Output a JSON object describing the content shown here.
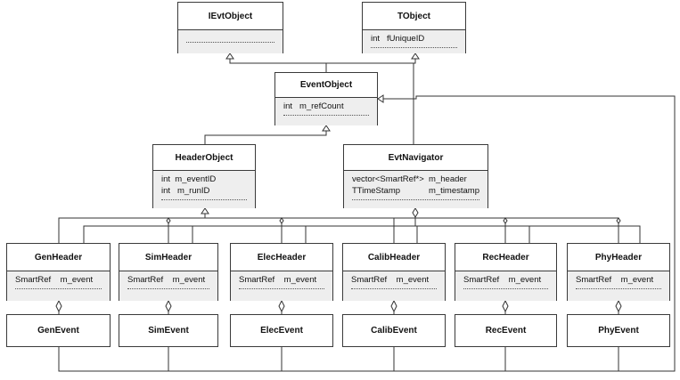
{
  "classes": {
    "ievtobject": {
      "name": "IEvtObject",
      "attrs": []
    },
    "tobject": {
      "name": "TObject",
      "attrs": [
        "int   fUniqueID"
      ]
    },
    "eventobject": {
      "name": "EventObject",
      "attrs": [
        "int   m_refCount"
      ]
    },
    "headerobject": {
      "name": "HeaderObject",
      "attrs": [
        "int  m_eventID",
        "int   m_runID"
      ]
    },
    "evtnavigator": {
      "name": "EvtNavigator",
      "attrs": [
        "vector<SmartRef*>  m_header",
        "TTimeStamp",
        "m_timestamp"
      ]
    },
    "headers": [
      {
        "name": "GenHeader",
        "attr": "SmartRef    m_event"
      },
      {
        "name": "SimHeader",
        "attr": "SmartRef    m_event"
      },
      {
        "name": "ElecHeader",
        "attr": "SmartRef    m_event"
      },
      {
        "name": "CalibHeader",
        "attr": "SmartRef    m_event"
      },
      {
        "name": "RecHeader",
        "attr": "SmartRef    m_event"
      },
      {
        "name": "PhyHeader",
        "attr": "SmartRef    m_event"
      }
    ],
    "events": [
      {
        "name": "GenEvent"
      },
      {
        "name": "SimEvent"
      },
      {
        "name": "ElecEvent"
      },
      {
        "name": "CalibEvent"
      },
      {
        "name": "RecEvent"
      },
      {
        "name": "PhyEvent"
      }
    ]
  },
  "relations": [
    {
      "type": "inheritance",
      "from": "EventObject",
      "to": "IEvtObject"
    },
    {
      "type": "inheritance",
      "from": "EventObject",
      "to": "TObject"
    },
    {
      "type": "inheritance",
      "from": "EvtNavigator",
      "to": "TObject"
    },
    {
      "type": "inheritance",
      "from": "HeaderObject",
      "to": "EventObject"
    },
    {
      "type": "inheritance",
      "from": "Event classes",
      "to": "EventObject"
    },
    {
      "type": "inheritance",
      "from": "Header classes",
      "to": "HeaderObject"
    },
    {
      "type": "aggregation",
      "whole": "EvtNavigator",
      "part": "Header classes"
    },
    {
      "type": "aggregation",
      "whole": "Header classes",
      "part": "Event classes"
    }
  ]
}
